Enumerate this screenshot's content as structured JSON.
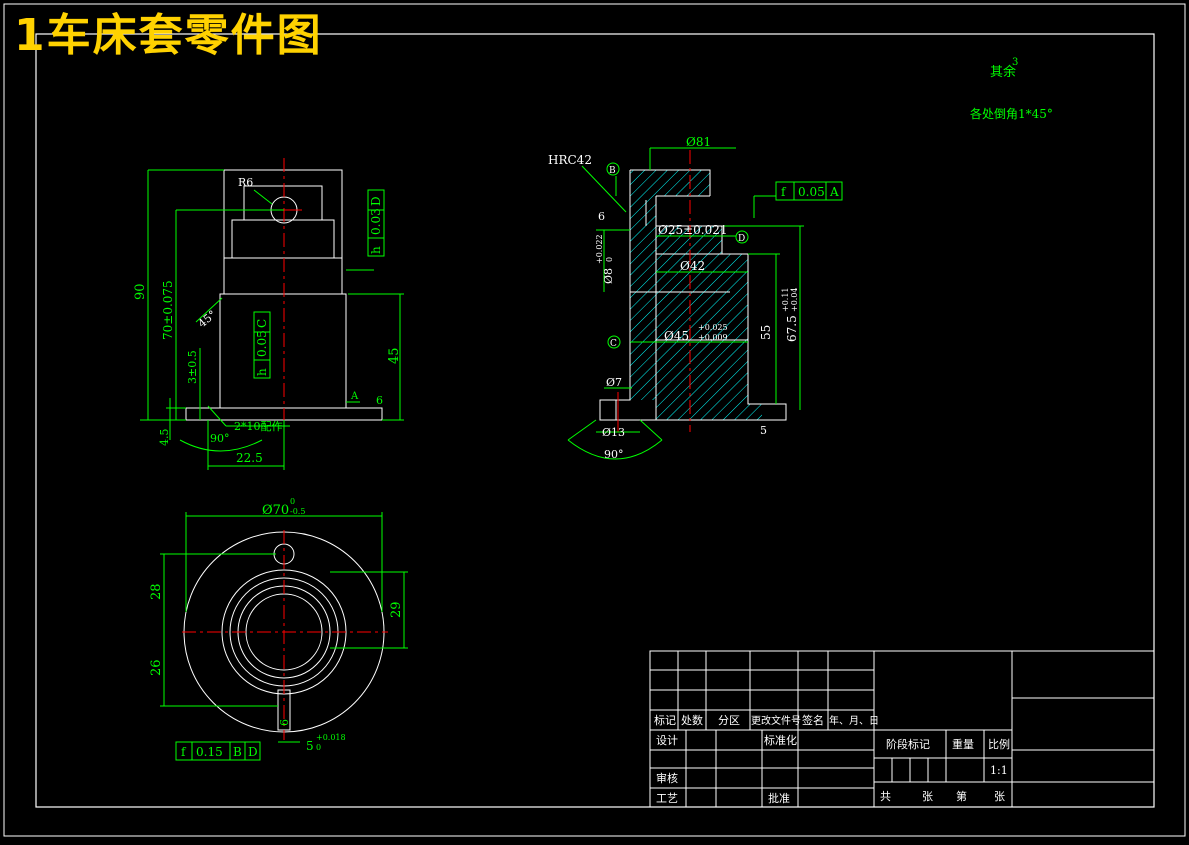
{
  "title": "1车床套零件图",
  "notes": {
    "roughness_rest": "其余",
    "roughness_value": "3",
    "chamfer": "各处倒角1*45°"
  },
  "colors": {
    "background": "#000000",
    "outline": "#ffffff",
    "dimension": "#00ff00",
    "centerline": "#ff0000",
    "title": "#ffd200",
    "hatch": "#00ffff"
  },
  "left_view": {
    "dim_total": "90",
    "dim_70": "70±0.075",
    "dim_3": "3±0.5",
    "dim_4_5": "4.5",
    "dim_45": "45",
    "dim_22_5": "22.5",
    "angle_90": "90°",
    "angle_45": "45°",
    "r6": "R6",
    "hole_note": "2*10配作",
    "rough_6": "6",
    "datum_a": "A",
    "tol1": [
      "h",
      "0.03",
      "D"
    ],
    "tol2": [
      "h",
      "0.05",
      "C"
    ]
  },
  "section_view": {
    "hrc": "HRC42",
    "d81": "Ø81",
    "d25": "Ø25±0.021",
    "d42": "Ø42",
    "d45": "Ø45",
    "d45_tol_up": "+0.025",
    "d45_tol_low": "+0.009",
    "d8": "Ø8",
    "d8_tol_up": "+0.022",
    "d8_tol_low": "0",
    "d7": "Ø7",
    "d13": "Ø13",
    "dim_55": "55",
    "dim_67_5": "67.5",
    "dim_67_5_tol_up": "+0.11",
    "dim_67_5_tol_low": "+0.04",
    "angle_90": "90°",
    "rough_5": "5",
    "rough_6": "6",
    "datum_b": "B",
    "datum_c": "C",
    "datum_d": "D",
    "tol": [
      "f",
      "0.05",
      "A"
    ]
  },
  "bottom_view": {
    "d70": "Ø70",
    "d70_tol_up": "0",
    "d70_tol_low": "-0.5",
    "dim_28": "28",
    "dim_26": "26",
    "dim_29": "29",
    "dim_5": "5",
    "dim_5_tol_up": "+0.018",
    "dim_5_tol_low": "0",
    "rough_6": "6",
    "tol": [
      "f",
      "0.15",
      "B",
      "D"
    ]
  },
  "title_block": {
    "h_mark": "标记",
    "h_count": "处数",
    "h_zone": "分区",
    "h_doc": "更改文件号",
    "h_sign": "签名",
    "h_date": "年、月、日",
    "design": "设计",
    "standard": "标准化",
    "stage": "阶段标记",
    "weight": "重量",
    "scale_label": "比例",
    "scale": "1:1",
    "check": "审核",
    "process": "工艺",
    "approve": "批准",
    "total": "共",
    "sheets": "张",
    "sheet_no": "第",
    "sheet_unit": "张"
  }
}
